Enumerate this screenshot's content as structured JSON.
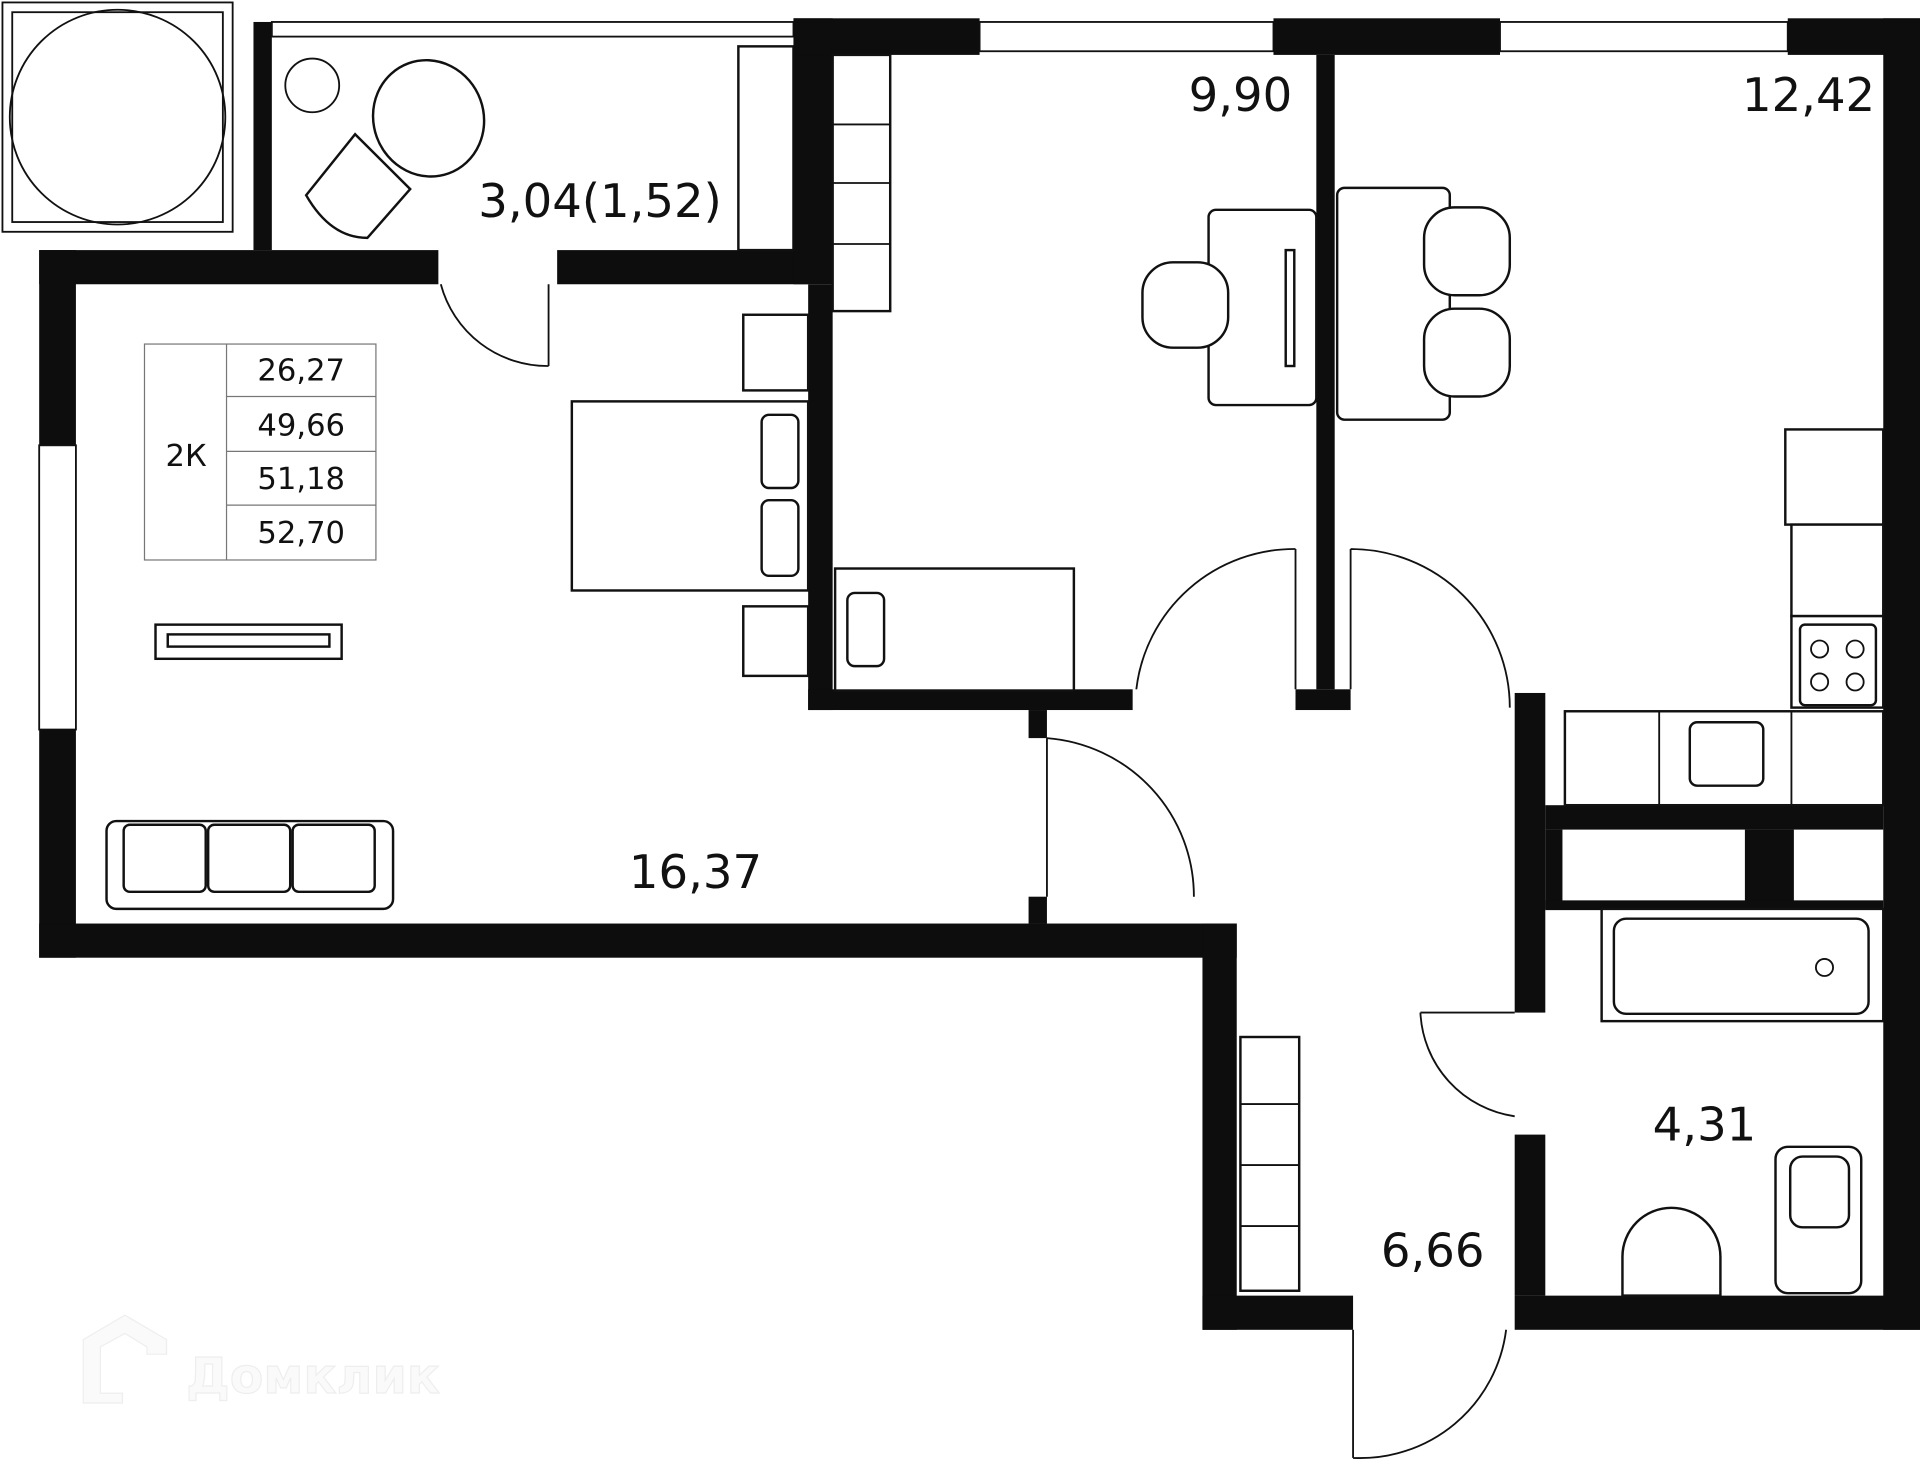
{
  "plan": {
    "rooms": {
      "balcony": "3,04(1,52)",
      "bedroom": "9,90",
      "kitchen": "12,42",
      "living": "16,37",
      "hall": "6,66",
      "bathroom": "4,31"
    },
    "summary": {
      "type": "2К",
      "values": [
        "26,27",
        "49,66",
        "51,18",
        "52,70"
      ]
    },
    "watermark": "Домклик",
    "colors": {
      "wall": "#0d0d0d",
      "line": "#111111",
      "background": "#ffffff"
    }
  }
}
